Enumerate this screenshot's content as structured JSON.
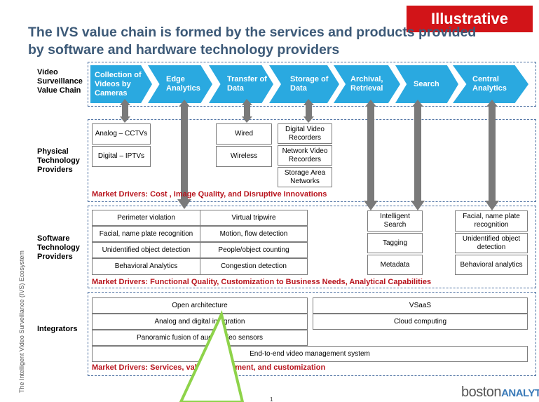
{
  "title": "The IVS value chain is formed by the services and products provided by software and hardware technology providers",
  "badge": "Illustrative",
  "vertical_label": "The Intelligent Video Surveillance (IVS) Ecosystem",
  "rows": {
    "value_chain": "Video Surveillance Value Chain",
    "physical": "Physical Technology Providers",
    "software": "Software Technology Providers",
    "integrators": "Integrators"
  },
  "chain": [
    "Collection of Videos by Cameras",
    "Edge Analytics",
    "Transfer of Data",
    "Storage of Data",
    "Archival, Retrieval",
    "Search",
    "Central Analytics"
  ],
  "physical": {
    "cameras": [
      "Analog – CCTVs",
      "Digital – IPTVs"
    ],
    "transfer": [
      "Wired",
      "Wireless"
    ],
    "storage": [
      "Digital Video Recorders",
      "Network Video Recorders",
      "Storage Area Networks"
    ],
    "driver": "Market Drivers: Cost , Image Quality, and Disruptive Innovations"
  },
  "software": {
    "edge_left": [
      "Perimeter violation",
      "Facial, name plate recognition",
      "Unidentified object detection",
      "Behavioral Analytics"
    ],
    "edge_right": [
      "Virtual tripwire",
      "Motion, flow detection",
      "People/object counting",
      "Congestion detection"
    ],
    "search": [
      "Intelligent Search",
      "Tagging",
      "Metadata"
    ],
    "central": [
      "Facial, name plate recognition",
      "Unidentified object detection",
      "Behavioral analytics"
    ],
    "driver": "Market Drivers: Functional Quality, Customization to Business Needs, Analytical Capabilities"
  },
  "integrators": {
    "left": [
      "Open architecture",
      "Analog and digital integration",
      "Panoramic fusion of audio video sensors"
    ],
    "right": [
      "VSaaS",
      "Cloud computing"
    ],
    "full": "End-to-end video management system",
    "driver": "Market Drivers: Services, value engagement, and customization"
  },
  "footer": {
    "brand_a": "boston",
    "brand_b": "ANALYTICS",
    "page": "1"
  },
  "colors": {
    "chain": "#2aa9e0",
    "title": "#3d5a78",
    "badge": "#d21418",
    "driver": "#b8141d",
    "arrow": "#7a7a7a",
    "pointer": "#8ed34a"
  }
}
